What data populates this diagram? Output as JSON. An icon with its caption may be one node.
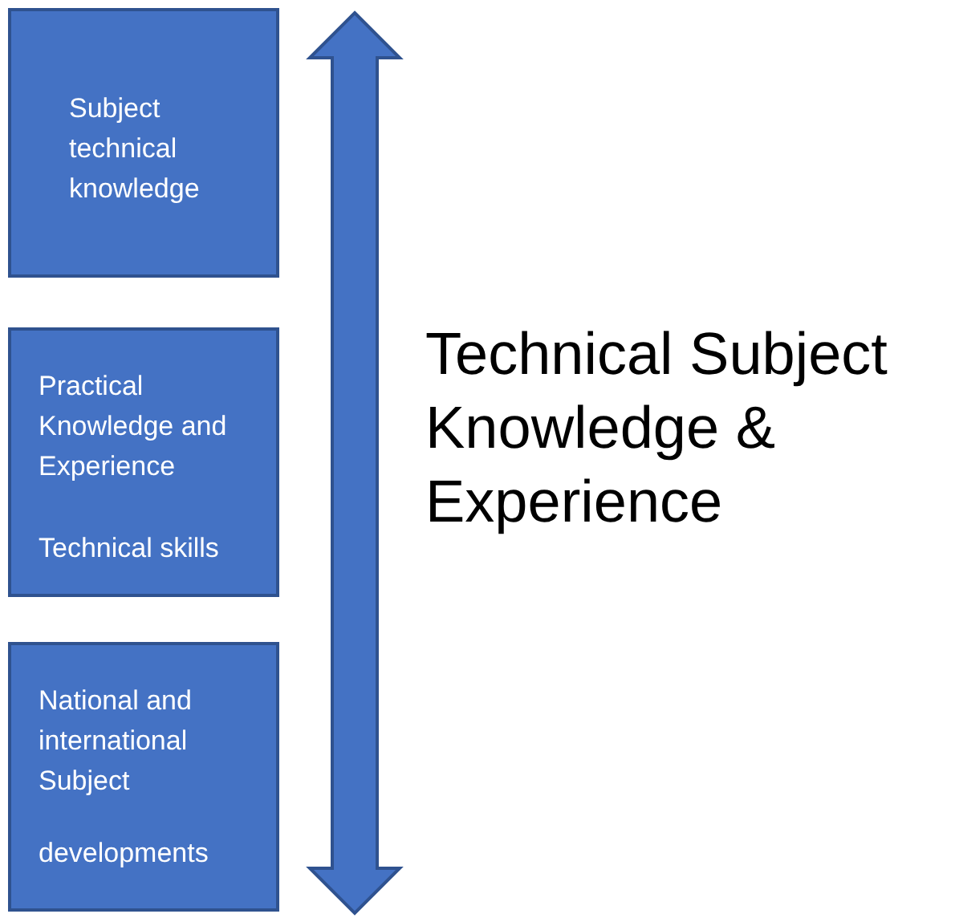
{
  "diagram": {
    "nodes": [
      {
        "text": [
          "Subject technical knowledge"
        ]
      },
      {
        "text": [
          "Practical Knowledge and Experience",
          "Technical skills"
        ]
      },
      {
        "text": [
          "National and international Subject",
          "developments"
        ]
      }
    ],
    "labels": [
      "Technical Subject Knowledge & Experience"
    ]
  }
}
